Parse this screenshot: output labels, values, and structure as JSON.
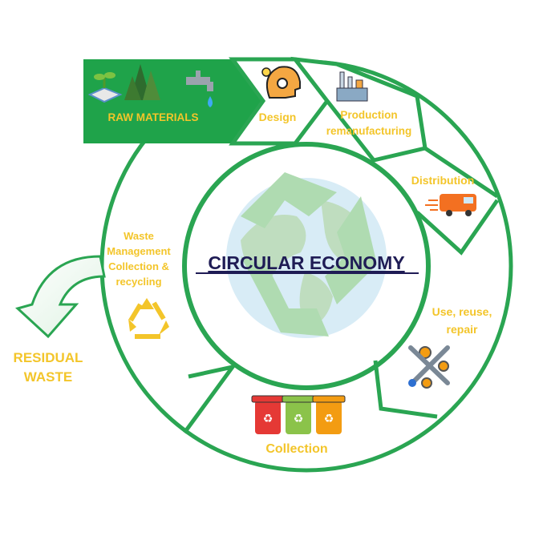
{
  "title": "CIRCULAR ECONOMY",
  "stages": {
    "raw_materials": "RAW MATERIALS",
    "design": "Design",
    "production": [
      "Production",
      "remanufacturing"
    ],
    "distribution": "Distribution",
    "use": [
      "Use, reuse,",
      "repair"
    ],
    "collection": "Collection",
    "waste": [
      "Waste",
      "Management",
      "Collection &",
      "recycling"
    ]
  },
  "residual": [
    "RESIDUAL",
    "WASTE"
  ],
  "colors": {
    "green": "#1fa34a",
    "ring": "#2aa552",
    "label": "#f3c52a",
    "title": "#1f1c55",
    "bin_red": "#e53935",
    "bin_green": "#8bc34a",
    "bin_orange": "#f39c12",
    "truck": "#f37021"
  },
  "icons": [
    "seedling-icon",
    "trees-icon",
    "water-tap-icon",
    "head-lightbulb-icon",
    "factory-icon",
    "truck-icon",
    "tools-icon",
    "recycle-icon",
    "recycle-bins-icon",
    "globe-recycle-icon"
  ]
}
